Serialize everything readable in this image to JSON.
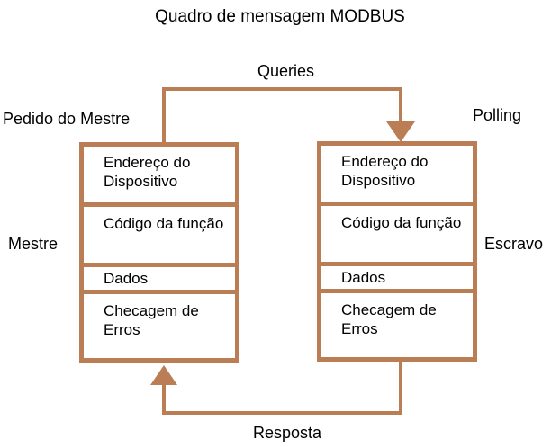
{
  "title": "Quadro de mensagem MODBUS",
  "labels": {
    "queries": "Queries",
    "request_from_master": "Pedido do Mestre",
    "polling": "Polling",
    "master": "Mestre",
    "slave": "Escravo",
    "response": "Resposta"
  },
  "boxes": {
    "master": {
      "rows": [
        "Endereço do Dispositivo",
        "Código da função",
        "Dados",
        "Checagem de Erros"
      ]
    },
    "slave": {
      "rows": [
        "Endereço do Dispositivo",
        "Código da função",
        "Dados",
        "Checagem de Erros"
      ]
    }
  },
  "colors": {
    "line": "#BB7D54",
    "text": "#000000",
    "background": "#FFFFFF"
  }
}
